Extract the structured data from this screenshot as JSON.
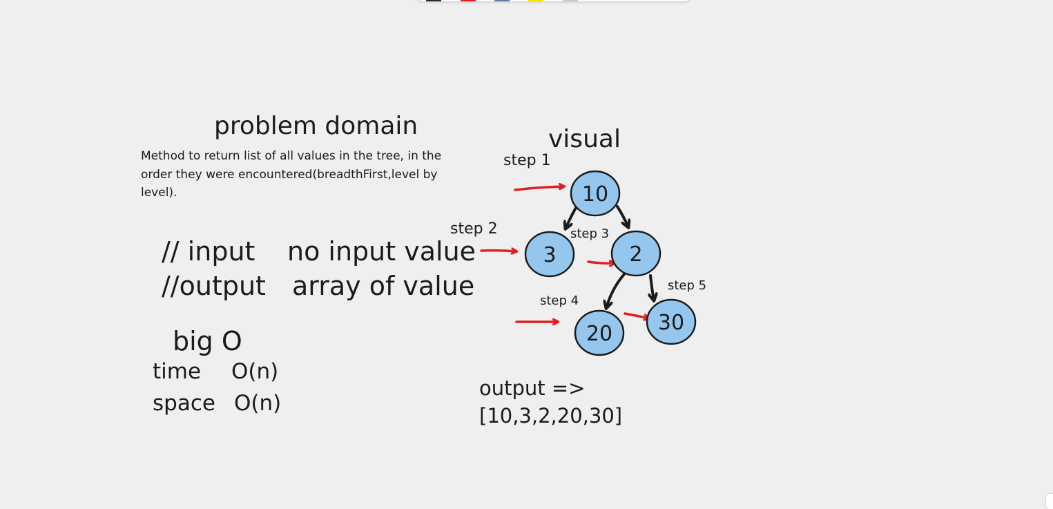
{
  "problem": {
    "heading": "problem domain",
    "description": "Method to return list of all values in the tree, in the order they were encountered(breadthFirst,level by level)."
  },
  "io": {
    "input_label": "// input",
    "input_value": "no input value",
    "output_label": "//output",
    "output_value": "array of value"
  },
  "complexity": {
    "heading": "big O",
    "time_label": "time",
    "time_value": "O(n)",
    "space_label": "space",
    "space_value": "O(n)"
  },
  "visual": {
    "heading": "visual",
    "nodes": [
      "10",
      "3",
      "2",
      "20",
      "30"
    ],
    "steps": [
      "step 1",
      "step 2",
      "step 3",
      "step 4",
      "step 5"
    ],
    "output_label": "output =>",
    "output_value": "[10,3,2,20,30]"
  },
  "colors": {
    "node_fill": "#95c7ee",
    "node_stroke": "#1b1b1b",
    "edge": "#1b1b1b",
    "step_arrow": "#e0201f",
    "background": "#efefef"
  }
}
